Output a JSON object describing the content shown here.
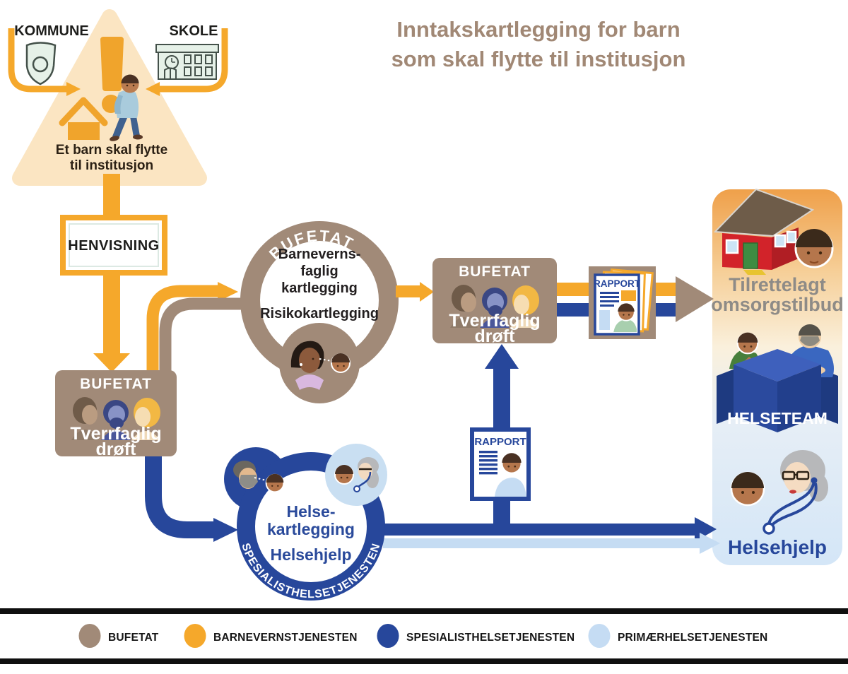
{
  "title": {
    "line1": "Inntakskartlegging for barn",
    "line2": "som skal flytte til institusjon"
  },
  "trigger": {
    "kommune_label": "KOMMUNE",
    "skole_label": "SKOLE",
    "caption_line1": "Et barn skal flytte",
    "caption_line2": "til institusjon"
  },
  "henvisning": {
    "label": "HENVISNING"
  },
  "bufetat_box_left": {
    "org": "BUFETAT",
    "line1": "Tverrfaglig",
    "line2": "drøft"
  },
  "kartlegging_circle": {
    "org": "BUFETAT",
    "line1": "Barneverns-",
    "line2": "faglig",
    "line3": "kartlegging",
    "line4": "Risikokartlegging"
  },
  "bufetat_box_mid": {
    "org": "BUFETAT",
    "line1": "Tverrfaglig",
    "line2": "drøft"
  },
  "rapport_top": {
    "label": "RAPPORT"
  },
  "rapport_bottom": {
    "label": "RAPPORT"
  },
  "helse_circle": {
    "ring_label": "SPESIALISTHELSETJENESTEN",
    "line1": "Helse-",
    "line2": "kartlegging",
    "line3": "Helsehjelp"
  },
  "outcome_panel": {
    "care_line1": "Tilrettelagt",
    "care_line2": "omsorgstilbud",
    "helseteam_label": "HELSETEAM",
    "helsehjelp_label": "Helsehjelp"
  },
  "legend": {
    "items": [
      {
        "label": "BUFETAT",
        "color": "#a18a78"
      },
      {
        "label": "BARNEVERNSTJENESTEN",
        "color": "#f5a82b"
      },
      {
        "label": "SPESIALISTHELSETJENESTEN",
        "color": "#27479b"
      },
      {
        "label": "PRIMÆRHELSETJENESTEN",
        "color": "#c5dcf3"
      }
    ]
  },
  "colors": {
    "bufetat_brown": "#a18a78",
    "barnevern_yellow": "#f5a82b",
    "spesialist_blue": "#27479b",
    "primaer_lightblue": "#c5dcf3",
    "title_brown": "#a18875",
    "triangle_fill": "#fbe5c2",
    "care_text_gray": "#8e8b87",
    "house_red": "#d2232a",
    "ink": "#231f20"
  }
}
